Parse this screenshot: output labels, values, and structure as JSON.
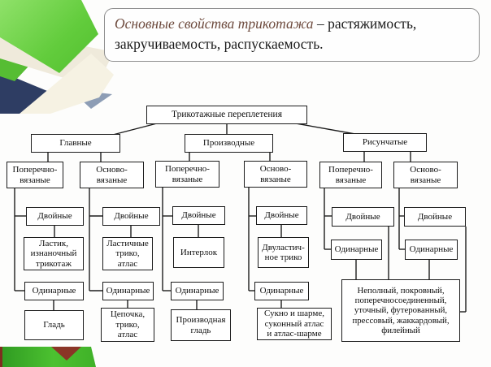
{
  "title": {
    "emphasis": "Основные свойства трикотажа",
    "rest": " – растяжимость, закручиваемость, распускаемость."
  },
  "colors": {
    "title_emphasis": "#6d4a3d",
    "box_border": "#1c1c1c",
    "title_border": "#8e8e8e",
    "deco_green": "#4cc130",
    "deco_navy": "#2e3d63",
    "deco_maroon": "#8a3526",
    "background": "#fdfdfc"
  },
  "diagram": {
    "nodes": {
      "root": {
        "label": "Трикотажные переплетения"
      },
      "main": {
        "label": "Главные"
      },
      "derived": {
        "label": "Производные"
      },
      "patterned": {
        "label": "Рисунчатые"
      },
      "c1": {
        "label": "Поперечно-вязаные"
      },
      "c2": {
        "label": "Осново-вязаные"
      },
      "c3": {
        "label": "Поперечно-вязаные"
      },
      "c4": {
        "label": "Осново-вязаные"
      },
      "c5": {
        "label": "Поперечно-вязаные"
      },
      "c6": {
        "label": "Осново-вязаные"
      },
      "d1": {
        "label": "Двойные"
      },
      "d2": {
        "label": "Двойные"
      },
      "d3": {
        "label": "Двойные"
      },
      "d4": {
        "label": "Двойные"
      },
      "d5": {
        "label": "Двойные"
      },
      "d6": {
        "label": "Двойные"
      },
      "o1": {
        "label": "Одинарные"
      },
      "o2": {
        "label": "Одинарные"
      },
      "o3": {
        "label": "Одинарные"
      },
      "o4": {
        "label": "Одинарные"
      },
      "o5": {
        "label": "Одинарные"
      },
      "o6": {
        "label": "Одинарные"
      },
      "l1": {
        "label": "Ластик, изнаночный трикотаж"
      },
      "l2": {
        "label": "Ластичные трико, атлас"
      },
      "l3": {
        "label": "Интерлок"
      },
      "l4": {
        "label": "Двуластич-ное трико"
      },
      "f1": {
        "label": "Гладь"
      },
      "f2": {
        "label": "Цепочка, трико, атлас"
      },
      "f3": {
        "label": "Производная гладь"
      },
      "f4": {
        "label": "Сукно и шарме, суконный атлас и атлас-шарме"
      },
      "big": {
        "label": "Неполный, покровный, поперечносоединенный, уточный, футерованный, прессовый, жаккардовый, филейный"
      }
    },
    "connectors": [
      [
        279,
        152,
        279,
        167
      ],
      [
        193,
        152,
        135,
        167
      ],
      [
        364,
        152,
        448,
        167
      ],
      [
        59,
        187,
        59,
        201
      ],
      [
        124,
        187,
        124,
        201
      ],
      [
        233,
        187,
        233,
        200
      ],
      [
        332,
        187,
        332,
        200
      ],
      [
        448,
        186,
        448,
        201
      ],
      [
        505,
        186,
        505,
        201
      ],
      [
        18,
        231,
        18,
        358
      ],
      [
        18,
        266,
        33,
        266
      ],
      [
        18,
        358,
        31,
        358
      ],
      [
        67,
        277,
        67,
        293
      ],
      [
        66,
        369,
        66,
        383
      ],
      [
        110,
        231,
        110,
        358
      ],
      [
        110,
        266,
        127,
        266
      ],
      [
        110,
        358,
        127,
        358
      ],
      [
        161,
        277,
        161,
        293
      ],
      [
        157,
        369,
        157,
        380
      ],
      [
        200,
        230,
        200,
        358
      ],
      [
        200,
        266,
        213,
        266
      ],
      [
        200,
        358,
        211,
        358
      ],
      [
        244,
        276,
        244,
        293
      ],
      [
        242,
        369,
        242,
        382
      ],
      [
        306,
        230,
        306,
        358
      ],
      [
        306,
        266,
        316,
        266
      ],
      [
        306,
        358,
        314,
        358
      ],
      [
        346,
        276,
        346,
        293
      ],
      [
        346,
        369,
        346,
        380
      ],
      [
        399,
        231,
        399,
        307
      ],
      [
        399,
        266,
        409,
        266
      ],
      [
        399,
        307,
        408,
        307
      ],
      [
        438,
        319,
        438,
        345
      ],
      [
        478,
        279,
        478,
        345
      ],
      [
        491,
        231,
        491,
        307
      ],
      [
        491,
        266,
        498,
        266
      ],
      [
        491,
        307,
        499,
        307
      ],
      [
        528,
        319,
        528,
        345
      ],
      [
        573,
        279,
        573,
        384
      ],
      [
        573,
        384,
        565,
        384
      ]
    ]
  }
}
